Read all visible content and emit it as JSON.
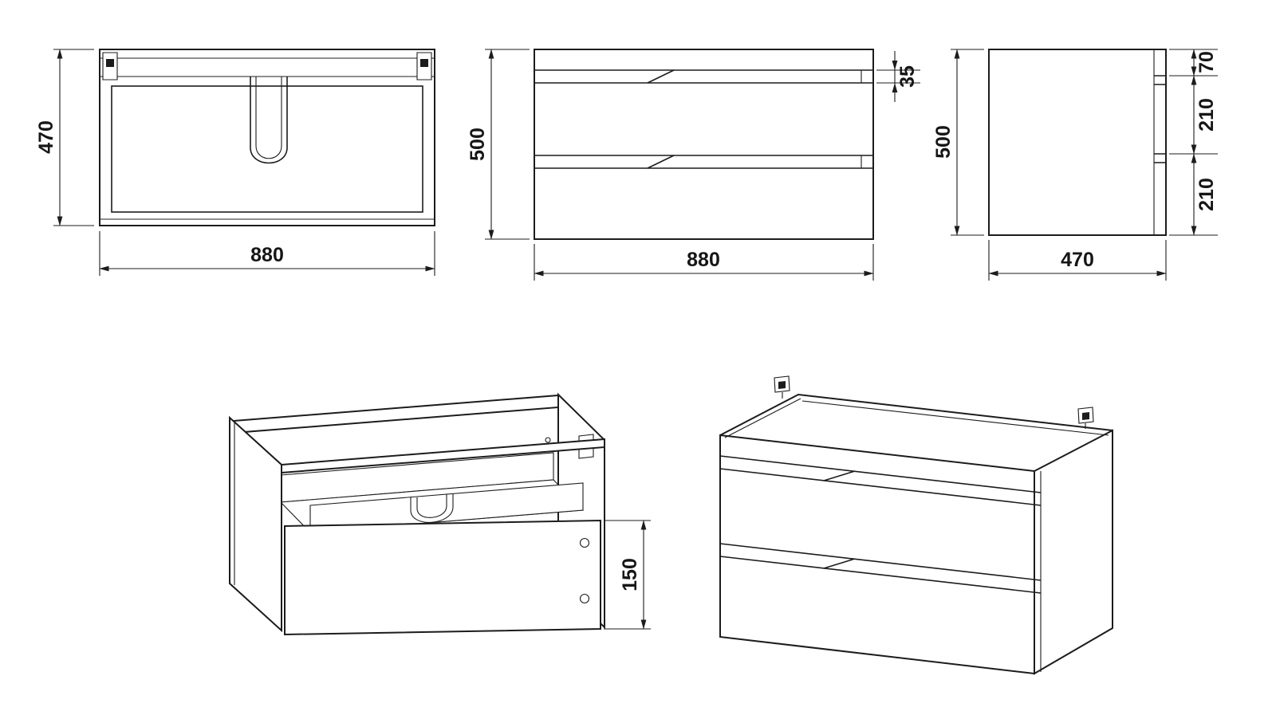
{
  "colors": {
    "background": "#ffffff",
    "line": "#1c1c1c"
  },
  "dimensions": {
    "top_view": {
      "depth": "470",
      "width": "880"
    },
    "front_view": {
      "height": "500",
      "width": "880",
      "groove": "35"
    },
    "side_view": {
      "height": "500",
      "depth": "470",
      "segments": {
        "s1": "70",
        "s2": "210",
        "s3": "210"
      }
    },
    "iso_open_view": {
      "front_panel_height": "150"
    }
  }
}
